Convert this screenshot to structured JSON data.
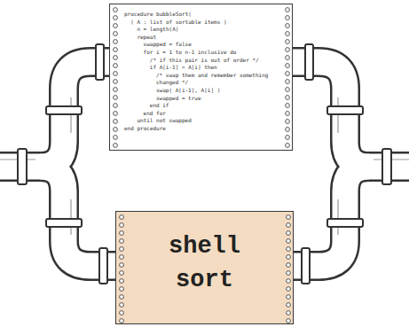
{
  "diagram": {
    "nodes": [
      {
        "text": [
          "procedure bubbleSort(",
          "( A : list of sortable items )",
          "n = length(A)",
          "repeat",
          "swapped = false",
          "for i = 1 to n-1 inclusive do",
          "/* if this pair is out of order */",
          "if A[i-1] > A[i] then",
          "/* swap them and remember something changed */",
          "swap( A[i-1], A[i] )",
          "swapped = true",
          "end if",
          "end for",
          "until not swapped",
          "end procedure"
        ]
      },
      {
        "text": [
          "shell sort"
        ]
      }
    ]
  }
}
